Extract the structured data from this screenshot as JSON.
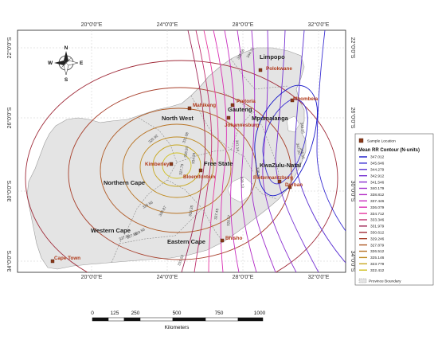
{
  "map": {
    "lon_labels": [
      "20°0'0\"E",
      "24°0'0\"E",
      "28°0'0\"E",
      "32°0'0\"E"
    ],
    "lat_labels": [
      "22°0'0\"S",
      "26°0'0\"S",
      "30°0'0\"S",
      "34°0'0\"S"
    ],
    "provinces": [
      "Limpopo",
      "North West",
      "Mpumalanga",
      "Gauteng",
      "Free State",
      "KwaZulu-Natal",
      "Northern Cape",
      "Eastern Cape",
      "Western Cape"
    ],
    "cities": [
      "Polokwane",
      "Mbombela",
      "Mahikeng",
      "Pretoria",
      "Johannesburg",
      "Kimberley",
      "Bloemfontein",
      "Pietermaritzburg",
      "Durban",
      "Bhisho",
      "Cape Town"
    ],
    "contour_labels": [
      "344.72",
      "335.58",
      "347.00",
      "341.14",
      "339.13",
      "331.08",
      "328.93",
      "327.79",
      "334.39",
      "325.92",
      "325.56",
      "330.87",
      "333.35",
      "327.45",
      "328.57",
      "327.59",
      "331.59",
      "329.56",
      "327.88",
      "336.28",
      "343.66",
      "345.55"
    ],
    "north_arrow": {
      "n": "N",
      "s": "S",
      "e": "E",
      "w": "W"
    }
  },
  "legend": {
    "sample_label": "Sample Location",
    "title": "Mean RR Contour (N-units)",
    "items": [
      {
        "label": "347.012",
        "color": "#1212c8"
      },
      {
        "label": "345.646",
        "color": "#3a2ed2"
      },
      {
        "label": "344.279",
        "color": "#5a30d2"
      },
      {
        "label": "342.912",
        "color": "#7430d2"
      },
      {
        "label": "341.546",
        "color": "#8a2ed0"
      },
      {
        "label": "340.179",
        "color": "#a02ccc"
      },
      {
        "label": "338.812",
        "color": "#b42cc6"
      },
      {
        "label": "337.446",
        "color": "#c82cc0"
      },
      {
        "label": "336.079",
        "color": "#da2eb4"
      },
      {
        "label": "334.712",
        "color": "#e63aa0"
      },
      {
        "label": "333.346",
        "color": "#c0306e"
      },
      {
        "label": "331.979",
        "color": "#a22a58"
      },
      {
        "label": "330.612",
        "color": "#a02c3a"
      },
      {
        "label": "329.246",
        "color": "#a8402c"
      },
      {
        "label": "327.879",
        "color": "#b05c28"
      },
      {
        "label": "326.512",
        "color": "#b87426"
      },
      {
        "label": "325.146",
        "color": "#c08c24"
      },
      {
        "label": "323.779",
        "color": "#c8a822"
      },
      {
        "label": "322.412",
        "color": "#d0c020"
      }
    ],
    "boundary_label": "Province Boundary"
  },
  "scale": {
    "ticks": [
      "0",
      "125",
      "250",
      "500",
      "750",
      "1000"
    ],
    "unit": "Kilometers"
  }
}
